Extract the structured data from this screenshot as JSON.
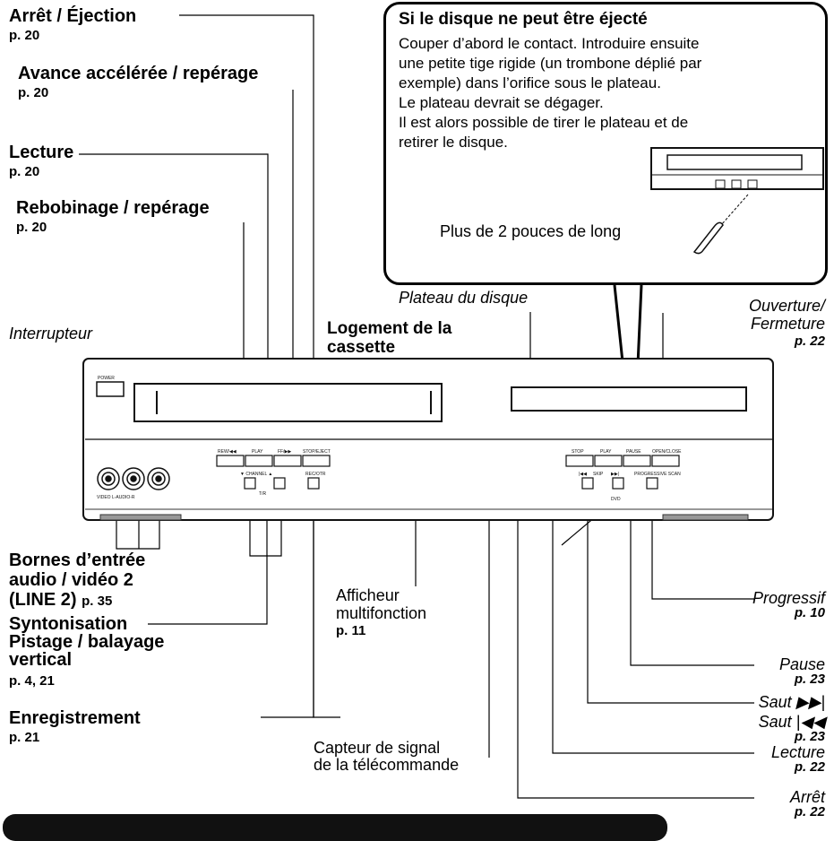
{
  "callout": {
    "title": "Si le disque ne peut être éjecté",
    "lines": [
      "Couper d’abord le contact. Introduire ensuite",
      "une petite tige rigide (un trombone déplié par",
      "exemple) dans l’orifice sous le plateau.",
      "Le plateau devrait se dégager.",
      "Il est alors possible de tirer le plateau et de",
      "retirer le disque."
    ],
    "hint": "Plus de 2 pouces de long"
  },
  "labels": {
    "stop_eject": {
      "text": "Arrêt / Éjection",
      "page": "p. 20"
    },
    "ffwd": {
      "text": "Avance accélérée / repérage",
      "page": "p. 20"
    },
    "play_vcr": {
      "text": "Lecture",
      "page": "p. 20"
    },
    "rewind": {
      "text": "Rebobinage / repérage",
      "page": "p. 20"
    },
    "power": {
      "text": "Interrupteur"
    },
    "cassette": {
      "line1": "Logement de la",
      "line2": "cassette"
    },
    "disc_tray": {
      "text": "Plateau du disque"
    },
    "open_close": {
      "line1": "Ouverture/",
      "line2": "Fermeture",
      "page": "p. 22"
    },
    "av_inputs": {
      "line1": "Bornes d’entrée",
      "line2": "audio / vidéo 2",
      "line3": "(LINE 2)",
      "page": "p. 35"
    },
    "tracking": {
      "line1": "Syntonisation",
      "line2": "Pistage / balayage",
      "line3": "vertical",
      "page": "p. 4, 21"
    },
    "record": {
      "text": "Enregistrement",
      "page": "p. 21"
    },
    "display": {
      "line1": "Afficheur",
      "line2": "multifonction",
      "page": "p. 11"
    },
    "remote_sensor": {
      "line1": "Capteur de signal",
      "line2": "de la télécommande"
    },
    "progressive": {
      "text": "Progressif",
      "page": "p. 10"
    },
    "pause": {
      "text": "Pause",
      "page": "p. 23"
    },
    "skip_fwd": {
      "text": "Saut ▶▶|"
    },
    "skip_back": {
      "text": "Saut |◀◀",
      "page": "p. 23"
    },
    "play_dvd": {
      "text": "Lecture",
      "page": "p. 22"
    },
    "stop_dvd": {
      "text": "Arrêt",
      "page": "p. 22"
    }
  },
  "device": {
    "power_label": "POWER",
    "vcr_buttons": [
      "REW/◀◀",
      "PLAY",
      "FF/▶▶",
      "STOP/EJECT"
    ],
    "channel": "▼  CHANNEL  ▲",
    "rec": "REC/OTR",
    "tv": "T/R",
    "jacks": "VIDEO  L-AUDIO-R",
    "dvd_buttons": [
      "STOP",
      "PLAY",
      "PAUSE",
      "OPEN/CLOSE"
    ],
    "dvd_skip": [
      "|◀◀",
      "SKIP",
      "▶▶|"
    ],
    "progressive": "PROGRESSIVE SCAN",
    "dvd_word": "DVD"
  }
}
